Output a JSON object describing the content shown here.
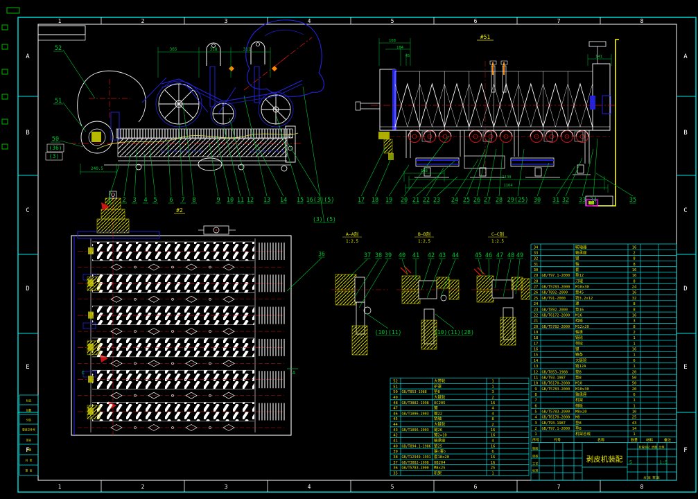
{
  "colors": {
    "background": "#000000",
    "frame_cyan": "#00e5e5",
    "geometry_white": "#ffffff",
    "callout_green": "#00c832",
    "detail_blue": "#2323dd",
    "centerline_red": "#cc1414",
    "annotation_yellow": "#e8e800",
    "highlight_yellow": "#ffff00",
    "selection_magenta": "#ff00ff",
    "accent_orange": "#ff8800"
  },
  "frame": {
    "top_zones": [
      "1",
      "2",
      "3",
      "4",
      "5",
      "6",
      "7",
      "8"
    ],
    "bottom_zones": [
      "1",
      "2",
      "3",
      "4",
      "5",
      "6",
      "7",
      "8"
    ],
    "left_rows": [
      "A",
      "B",
      "C",
      "D",
      "E",
      "F"
    ],
    "right_rows": [
      "A",
      "B",
      "C",
      "D",
      "E",
      "F"
    ]
  },
  "labels": {
    "view_front": "#51",
    "view_plan": "#2",
    "sections": [
      {
        "name": "A—A剖",
        "scale": "1:2.5"
      },
      {
        "name": "B—B剖",
        "scale": "1:2.5"
      },
      {
        "name": "C—C剖",
        "scale": "1:2.5"
      }
    ],
    "plan_marks": [
      "C",
      "A"
    ]
  },
  "callouts": {
    "side_top": [
      "1",
      "2",
      "3",
      "4",
      "5",
      "6",
      "7",
      "8"
    ],
    "side_top2": [
      "9",
      "10",
      "11",
      "12",
      "13",
      "14",
      "15",
      "16(3)(5)"
    ],
    "front": [
      "17",
      "18",
      "19",
      "20",
      "21",
      "22",
      "23",
      "24",
      "25",
      "26",
      "27",
      "28",
      "29(25)",
      "30",
      "31",
      "32",
      "33",
      "34",
      "35"
    ],
    "side_left": [
      "52",
      "51",
      "50"
    ],
    "boxed": [
      "(36)",
      "(3)"
    ],
    "secA": [
      "37",
      "38",
      "39"
    ],
    "secB": [
      "40",
      "41",
      "42",
      "43",
      "44"
    ],
    "secC": [
      "45",
      "46",
      "47",
      "48",
      "49"
    ],
    "extra": [
      "(3) (5)",
      "36",
      "(10)(11)",
      "(10)(11)(28)"
    ]
  },
  "dimensions": {
    "side_top": [
      "365",
      "318",
      "311"
    ],
    "side_bottom": "240.5",
    "front": [
      "168",
      "164",
      "45",
      "141",
      "148",
      "1138",
      "1164"
    ]
  },
  "bom_right": {
    "header": [
      "序号",
      "代号",
      "名称",
      "数量",
      "材料",
      "备注"
    ],
    "rows": [
      [
        "34",
        "",
        "联轴器",
        "16"
      ],
      [
        "33",
        "",
        "轴承座",
        "2"
      ],
      [
        "32",
        "",
        "键",
        "8"
      ],
      [
        "31",
        "",
        "轴",
        "8"
      ],
      [
        "30",
        "",
        "套",
        "16"
      ],
      [
        "29",
        "GB/T97.1-2000",
        "垫12",
        "16"
      ],
      [
        "28",
        "",
        "刀辊",
        "8"
      ],
      [
        "27",
        "GB/T5783-2000",
        "M10x30",
        "24"
      ],
      [
        "26",
        "GB/T892-2000",
        "垫45",
        "16"
      ],
      [
        "25",
        "GB/T91-2000",
        "销3.2x12",
        "32"
      ],
      [
        "24",
        "",
        "罩",
        "8"
      ],
      [
        "23",
        "GB/T892-2000",
        "垫16",
        "8"
      ],
      [
        "22",
        "GB/T6172-2000",
        "M16",
        "16"
      ],
      [
        "21",
        "",
        "挡板",
        "3"
      ],
      [
        "20",
        "GB/T5782-2000",
        "M12x20",
        "8"
      ],
      [
        "19",
        "",
        "轴承",
        "2"
      ],
      [
        "18",
        "",
        "链轮",
        "1"
      ],
      [
        "17",
        "",
        "带轮",
        "1"
      ],
      [
        "16",
        "",
        "键",
        "16"
      ],
      [
        "15",
        "",
        "链条",
        "1"
      ],
      [
        "14",
        "",
        "大链轮",
        "6"
      ],
      [
        "13",
        "",
        "链12A",
        "1"
      ],
      [
        "12",
        "GB/T853-1988",
        "垫8",
        "20"
      ],
      [
        "11",
        "GB/T93-1987",
        "垫8",
        "50"
      ],
      [
        "10",
        "GB/T6170-2000",
        "M10",
        "50"
      ],
      [
        "9",
        "GB/T5783-2000",
        "M10x30",
        "20"
      ],
      [
        "8",
        "",
        "轴承座",
        "6"
      ],
      [
        "7",
        "",
        "机架",
        "1"
      ],
      [
        "6",
        "",
        "侧板",
        "1"
      ],
      [
        "5",
        "GB/T5783-2000",
        "M8x20",
        "10"
      ],
      [
        "4",
        "GB/T6170-2000",
        "M8",
        "25"
      ],
      [
        "3",
        "GB/T93-1987",
        "垫8",
        "43"
      ],
      [
        "2",
        "GB/T97.1-2000",
        "垫8",
        "14"
      ],
      [
        "1",
        "",
        "机架总成",
        "1"
      ]
    ]
  },
  "bom_left": {
    "rows": [
      [
        "52",
        "",
        "大带轮",
        "1"
      ],
      [
        "51",
        "",
        "护罩",
        "1"
      ],
      [
        "50",
        "GB/T853-1988",
        "垫8",
        "3"
      ],
      [
        "49",
        "",
        "大链轮",
        "2"
      ],
      [
        "48",
        "GB/T3882-1998",
        "UC205",
        "16"
      ],
      [
        "47",
        "",
        "键",
        "4"
      ],
      [
        "46",
        "GB/T1096-2003",
        "键22",
        "4"
      ],
      [
        "45",
        "",
        "销轴",
        "8"
      ],
      [
        "44",
        "",
        "大链轮",
        "2"
      ],
      [
        "43",
        "GB/T1096-2003",
        "键26",
        "16"
      ],
      [
        "42",
        "",
        "键2=10",
        "16"
      ],
      [
        "41",
        "",
        "轴承座",
        "4"
      ],
      [
        "40",
        "GB/T894.1-1986",
        "垫25",
        "16"
      ],
      [
        "39",
        "",
        "键(套)",
        "6"
      ],
      [
        "38",
        "GB/T12949-1991",
        "套18x20",
        "16"
      ],
      [
        "37",
        "GB/T3882-1998",
        "UB204",
        "16"
      ],
      [
        "36",
        "GB/T5783-2000",
        "M8x25",
        "25"
      ],
      [
        "35",
        "",
        "机架",
        "1"
      ]
    ]
  },
  "title_block": {
    "title": "剥皮机装配",
    "scale_prefix": "S",
    "scale": "1:5",
    "sig_left": [
      "制图",
      "审核",
      "工艺",
      "标准"
    ],
    "top_row": "阶段标记 质量 比例",
    "bottom_row": "共1张 第1张"
  },
  "rev_strip": [
    "标记",
    "处数",
    "分区",
    "更改文件号",
    "签名",
    "日期",
    "共 张",
    "第 张"
  ]
}
